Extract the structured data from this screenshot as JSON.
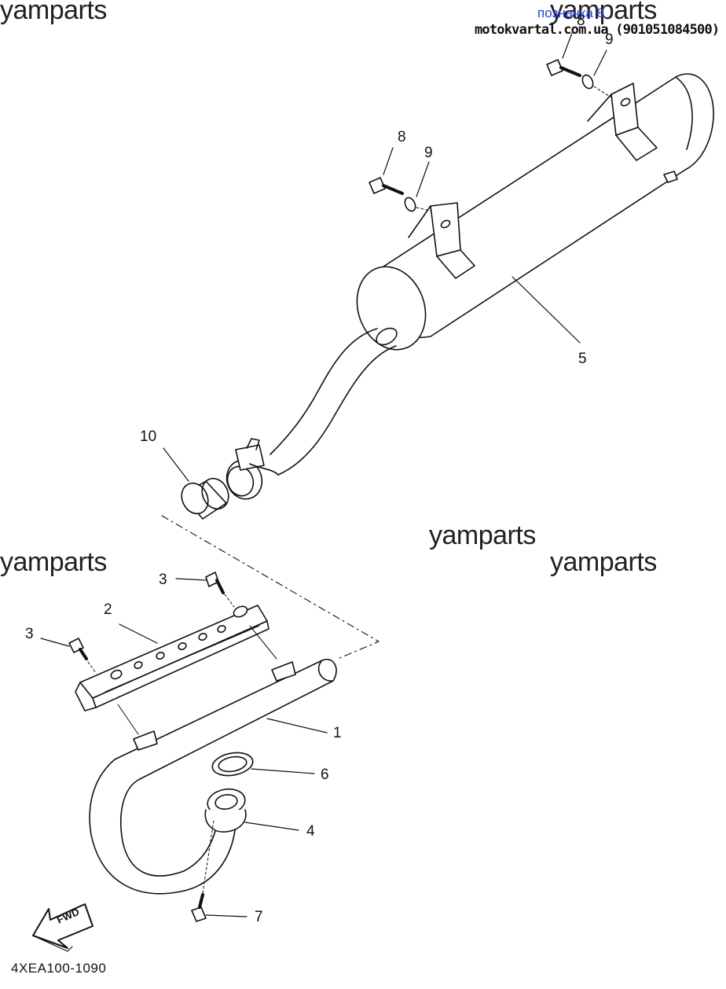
{
  "watermarks": [
    "yamparts",
    "yamparts",
    "yamparts",
    "yamparts",
    "yamparts"
  ],
  "header": {
    "tag": "позначка 8",
    "site": "motokvartal.com.ua (901051084500)"
  },
  "callouts": [
    "1",
    "2",
    "3",
    "3",
    "4",
    "5",
    "6",
    "7",
    "8",
    "8",
    "9",
    "9",
    "10"
  ],
  "diagram_code": "4XEA100-1090",
  "fwd_label": "FWD"
}
